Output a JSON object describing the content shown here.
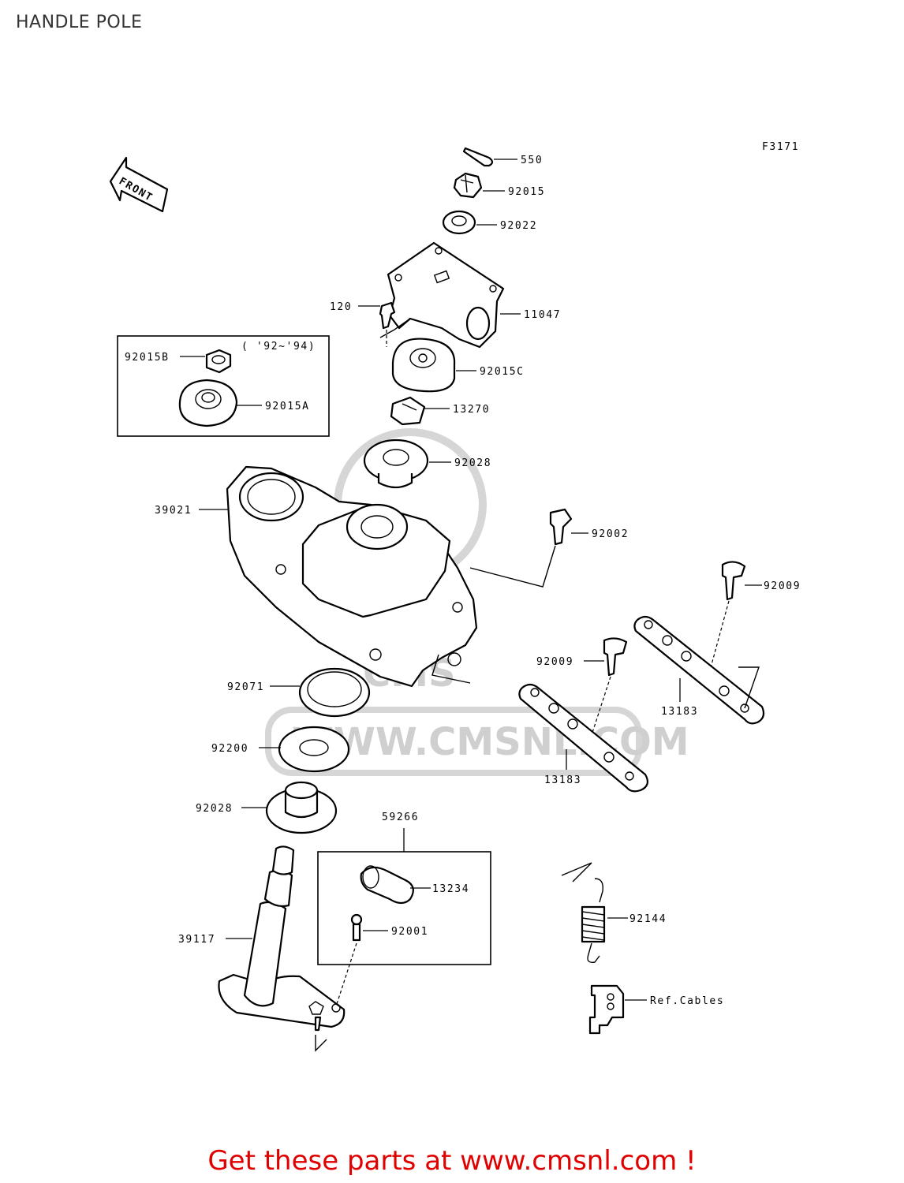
{
  "title": "HANDLE POLE",
  "figure_code": "F3171",
  "front_label": "FRONT",
  "inset_years": "( '92~'94)",
  "watermark_text": "WWW.CMSNL.COM",
  "watermark_logo": "CMS",
  "promo_text": "Get these parts at www.cmsnl.com !",
  "promo_color": "#e00000",
  "labels": {
    "p550": "550",
    "p92015": "92015",
    "p92022": "92022",
    "p120": "120",
    "p11047": "11047",
    "p92015B": "92015B",
    "p92015A": "92015A",
    "p92015C": "92015C",
    "p13270": "13270",
    "p92028a": "92028",
    "p39021": "39021",
    "p92002": "92002",
    "p92009a": "92009",
    "p92009b": "92009",
    "p13183a": "13183",
    "p13183b": "13183",
    "p92071": "92071",
    "p92200": "92200",
    "p92028b": "92028",
    "p59266": "59266",
    "p13234": "13234",
    "p92001": "92001",
    "p39117": "39117",
    "p92144": "92144",
    "refcables": "Ref.Cables"
  }
}
